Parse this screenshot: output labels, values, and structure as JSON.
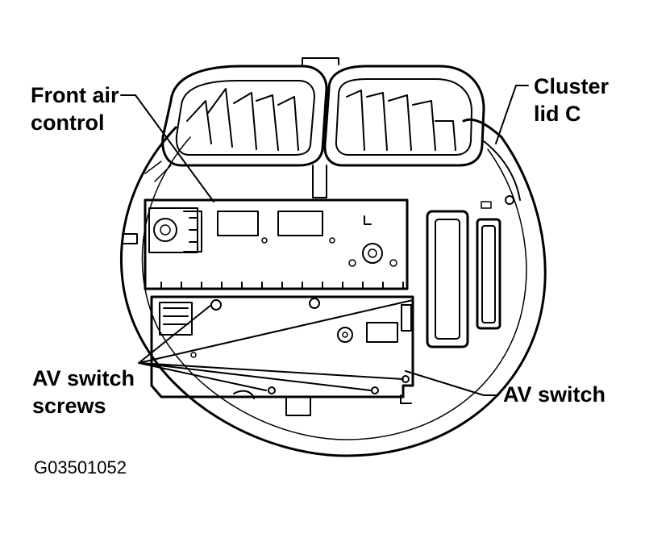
{
  "labels": {
    "front_air_control": [
      "Front air",
      "control"
    ],
    "cluster_lid_c": [
      "Cluster",
      "lid C"
    ],
    "av_switch_screws": [
      "AV switch",
      "screws"
    ],
    "av_switch": "AV switch"
  },
  "figure_code": "G03501052",
  "colors": {
    "ink": "#000000",
    "paper": "#ffffff"
  }
}
